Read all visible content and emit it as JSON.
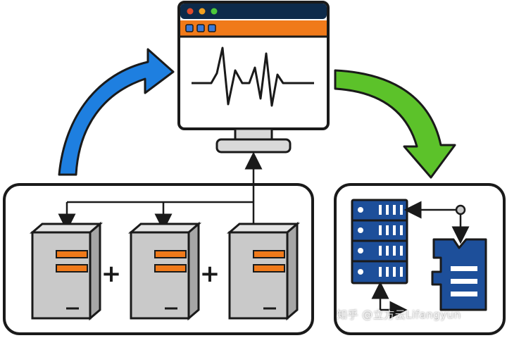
{
  "watermark": {
    "text": "知乎 @立方云Lifangyun"
  },
  "colors": {
    "outline": "#1a1a1a",
    "window_titlebar": "#0d2a4a",
    "window_toolbar": "#f07a1a",
    "window_bg": "#ffffff",
    "stand": "#d9d9d9",
    "server_body": "#c9c9c9",
    "server_side": "#a6a6a6",
    "server_slot": "#f07a1a",
    "arrow_blue": "#1e7fe0",
    "arrow_green": "#5cc22a",
    "storage_blue": "#1d4f9a",
    "dot_red": "#e04a2a",
    "dot_orange": "#f0a020",
    "dot_green": "#4cc83a",
    "btn_blue": "#3a7ad8"
  },
  "icons": {
    "monitor": "monitor-with-waveform",
    "servers": "tower-server",
    "rack": "server-rack",
    "memory": "memory-card",
    "plus": "plus-sign",
    "flow_left": "curved-arrow-blue",
    "flow_right": "curved-arrow-green"
  },
  "operators": [
    "+",
    "+"
  ]
}
